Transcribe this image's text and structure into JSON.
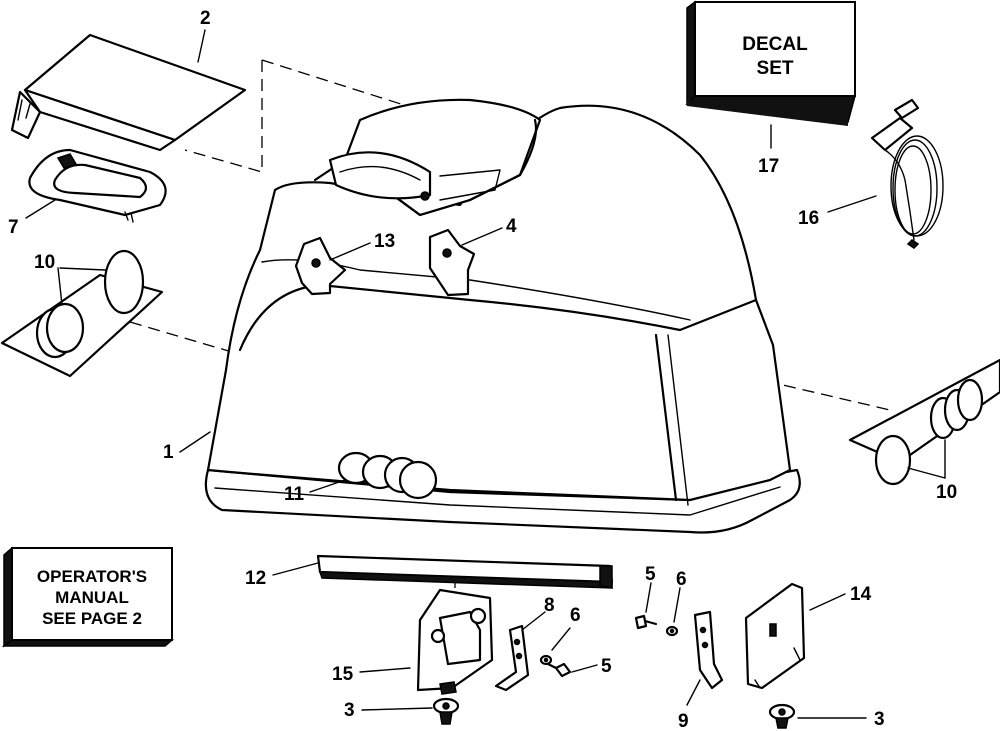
{
  "callouts": {
    "c1": "1",
    "c2": "2",
    "c3a": "3",
    "c3b": "3",
    "c4": "4",
    "c5a": "5",
    "c5b": "5",
    "c6a": "6",
    "c6b": "6",
    "c7": "7",
    "c8": "8",
    "c9": "9",
    "c10a": "10",
    "c10b": "10",
    "c11": "11",
    "c12": "12",
    "c13": "13",
    "c14": "14",
    "c15": "15",
    "c16": "16",
    "c17": "17"
  },
  "decal_box": {
    "line1": "DECAL",
    "line2": "SET"
  },
  "manual_box": {
    "line1": "OPERATOR'S",
    "line2": "MANUAL",
    "line3": "SEE PAGE 2"
  }
}
